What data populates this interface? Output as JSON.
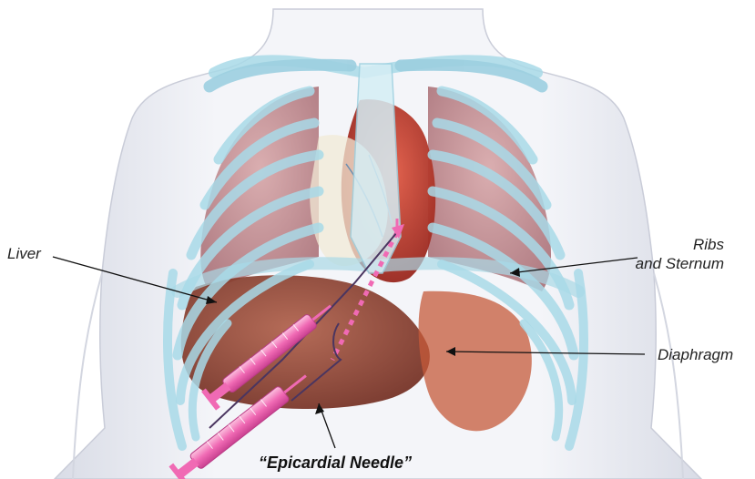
{
  "labels": {
    "liver": "Liver",
    "ribs_line1": "Ribs",
    "ribs_line2": "and Sternum",
    "diaphragm": "Diaphragm",
    "needle": "“Epicardial Needle”"
  },
  "colors": {
    "body": "#eef0f6",
    "ribs": "#bfe3ee",
    "lung": "#c98f94",
    "heart": "#c0392b",
    "liver": "#8b3a2a",
    "syringe": "#f06ab4"
  }
}
